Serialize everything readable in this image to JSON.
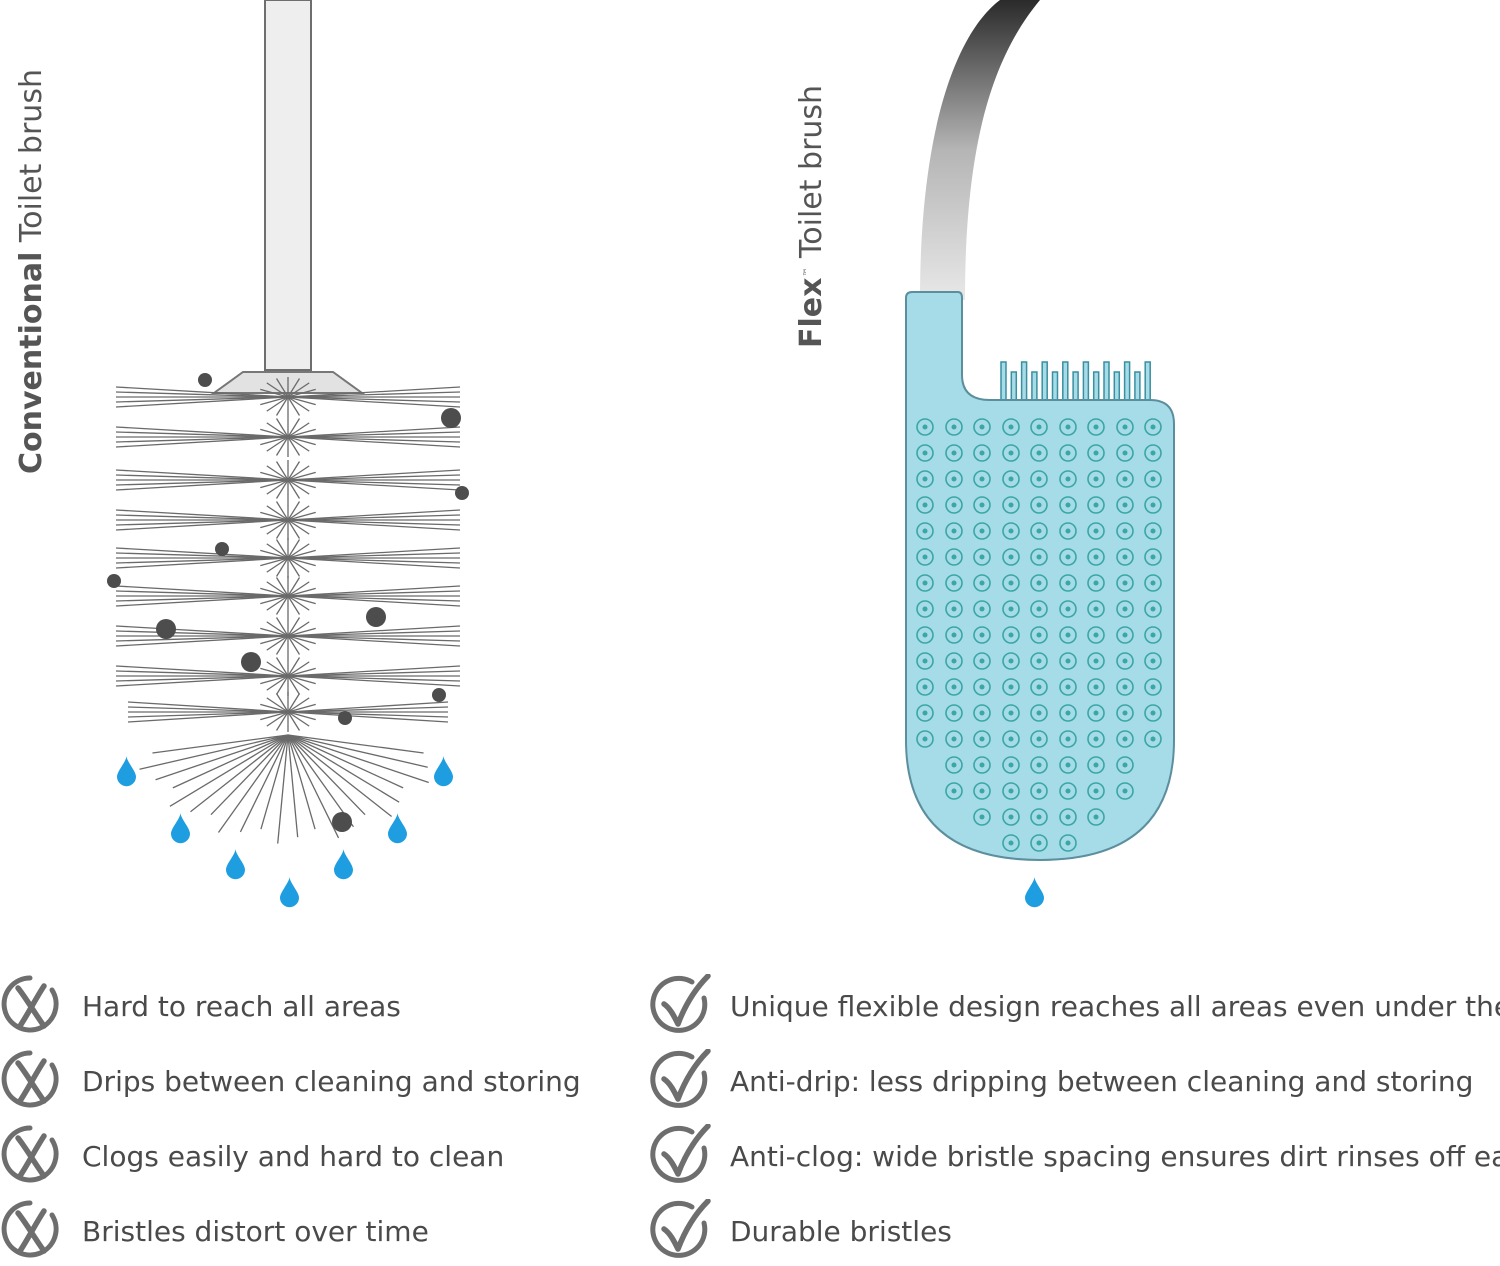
{
  "labels": {
    "conventional_bold": "Conventional",
    "conventional_rest": "Toilet brush",
    "flex_bold": "Flex",
    "flex_tm": "™",
    "flex_rest": "Toilet brush"
  },
  "cons": [
    {
      "icon": "cross-circle-icon",
      "text": "Hard to reach all areas"
    },
    {
      "icon": "cross-circle-icon",
      "text": "Drips between cleaning and storing"
    },
    {
      "icon": "cross-circle-icon",
      "text": "Clogs easily and hard to clean"
    },
    {
      "icon": "cross-circle-icon",
      "text": "Bristles distort over time"
    }
  ],
  "pros": [
    {
      "icon": "check-circle-icon",
      "text": "Unique flexible design reaches all areas even under the rim"
    },
    {
      "icon": "check-circle-icon",
      "text": "Anti-drip: less dripping between cleaning and storing"
    },
    {
      "icon": "check-circle-icon",
      "text": "Anti-clog: wide bristle spacing ensures dirt rinses off easily"
    },
    {
      "icon": "check-circle-icon",
      "text": "Durable bristles"
    }
  ],
  "colors": {
    "text": "#4a4a4a",
    "silicone_head": "#a6dbe8",
    "dot_ring": "#3aa6a6",
    "water_drop": "#1e9ee0",
    "dirt": "#4d4d4d",
    "icon_grey": "#6e6e6e"
  }
}
